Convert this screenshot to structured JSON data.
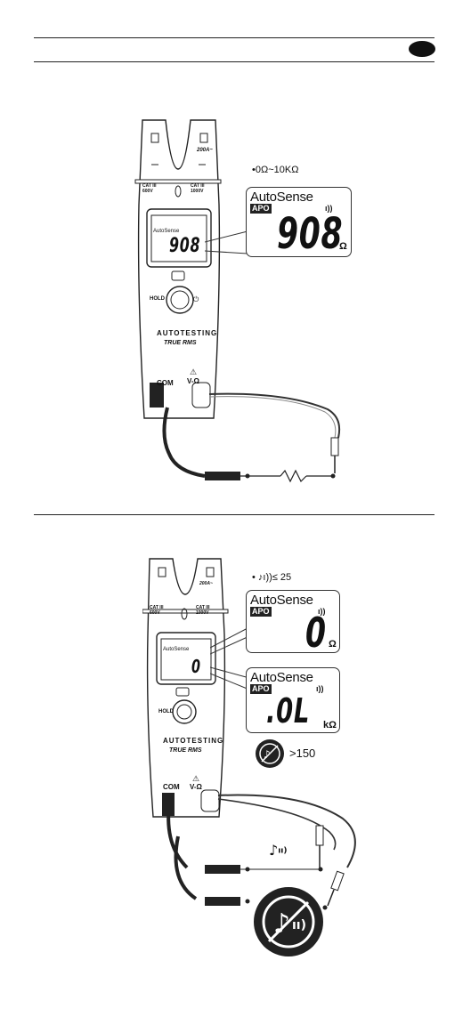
{
  "section1": {
    "range_label": "•0Ω~10KΩ",
    "display": {
      "autosense": "AutoSense",
      "apo": "APO",
      "sound": "ı))",
      "value": "908",
      "unit": "Ω"
    },
    "meter": {
      "cat_left": "CAT III 600V",
      "cat_right": "CAT III 1000V",
      "current_rating": "200A~",
      "hold": "HOLD",
      "brand": "AUTOTESTING",
      "subtitle": "TRUE RMS",
      "com": "COM",
      "vohm": "V-Ω",
      "lcd_value": "908"
    }
  },
  "section2": {
    "continuity_label": "• ♪ı))≤ 25",
    "display_short": {
      "autosense": "AutoSense",
      "apo": "APO",
      "sound": "ı))",
      "value": "0",
      "unit": "Ω"
    },
    "display_open": {
      "autosense": "AutoSense",
      "apo": "APO",
      "sound": "ı))",
      "value": ".0L",
      "unit": "kΩ"
    },
    "no_beep_threshold": ">150",
    "meter": {
      "cat_left": "CAT III 600V",
      "cat_right": "CAT III 1000V",
      "current_rating": "200A~",
      "hold": "HOLD",
      "brand": "AUTOTESTING",
      "subtitle": "TRUE RMS",
      "com": "COM",
      "vohm": "V-Ω",
      "lcd_value": "0"
    }
  }
}
